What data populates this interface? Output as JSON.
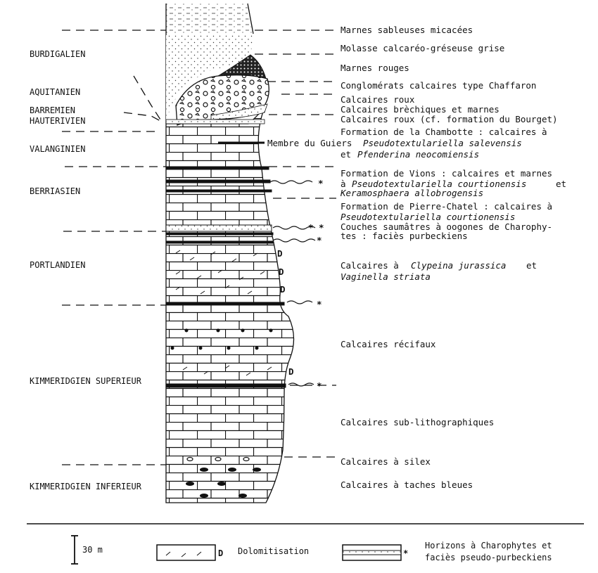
{
  "stages": [
    "BURDIGALIEN",
    "AQUITANIEN",
    "BARREMIEN",
    "HAUTERIVIEN",
    "VALANGINIEN",
    "BERRIASIEN",
    "PORTLANDIEN",
    "KIMMERIDGIEN SUPERIEUR",
    "KIMMERIDGIEN INFERIEUR"
  ],
  "units": {
    "marnes_sableuses": "Marnes sableuses micacées",
    "molasse": "Molasse calcaréo-gréseuse grise",
    "marnes_rouges": "Marnes rouges",
    "conglomerats": "Conglomérats calcaires type Chaffaron",
    "calcaires_roux": "Calcaires roux",
    "calcaires_brechiques": "Calcaires brèchiques et marnes",
    "calcaires_roux_bourget": "Calcaires roux (cf. formation du Bourget)",
    "chambotte_1": "Formation de la Chambotte : calcaires à",
    "guiers": "Membre du Guiers",
    "chambotte_species_1": "Pseudotextulariella salevensis",
    "chambotte_et": "et",
    "chambotte_species_2": "Pfenderina neocomiensis",
    "vions_1": "Formation de Vions : calcaires et marnes",
    "vions_2": "à",
    "vions_species_1": "Pseudotextulariella courtionensis",
    "vions_et": "et",
    "vions_species_2": "Keramosphaera allobrogensis",
    "pierre_chatel": "Formation de Pierre-Chatel : calcaires à",
    "pierre_chatel_species": "Pseudotextulariella courtionensis",
    "saumatres_1": "Couches saumâtres à oogones de Charophy-",
    "saumatres_2": "tes : faciès purbeckiens",
    "clypeina_1": "Calcaires à",
    "clypeina_species_1": "Clypeina jurassica",
    "clypeina_et": "et",
    "clypeina_species_2": "Vaginella striata",
    "recifaux": "Calcaires récifaux",
    "sublitho": "Calcaires sub-lithographiques",
    "silex": "Calcaires à silex",
    "taches": "Calcaires à taches bleues"
  },
  "markers": {
    "dolomite": "D",
    "charophyte": "*",
    "charophyte_double": "* *"
  },
  "legend": {
    "scale": "30 m",
    "dolomitisation": "Dolomitisation",
    "dolomite_mark": "D",
    "charophytes_1": "Horizons à Charophytes et",
    "charophytes_2": "faciès pseudo-purbeckiens",
    "charophytes_mark": "*"
  }
}
